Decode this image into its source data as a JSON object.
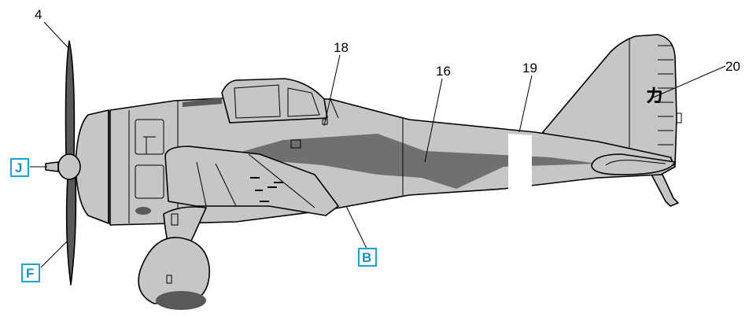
{
  "callouts": {
    "propeller": "4",
    "canopy_area": "18",
    "fuselage_band": "16",
    "tail_stripe": "19",
    "tail_fin": "20"
  },
  "boxed_labels": {
    "spinner": "J",
    "lower_propeller": "F",
    "wing": "B"
  },
  "tail_marking": "カ",
  "colors": {
    "airframe": "#c6c6c6",
    "dark_band": "#707070",
    "propeller": "#595959",
    "stripe": "#ffffff",
    "box_outline": "#1aa3d9",
    "box_text": "#1a8fc4"
  }
}
